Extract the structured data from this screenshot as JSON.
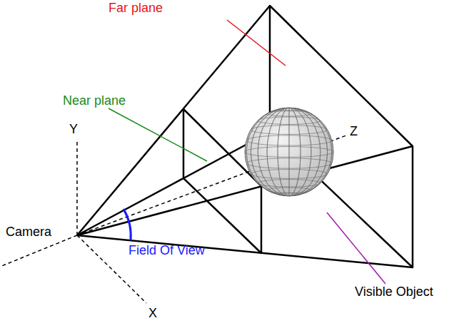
{
  "diagram": {
    "labels": [
      "Far plane",
      "Near plane",
      "Y",
      "Z",
      "Camera",
      "Field Of View",
      "X",
      "Visible Object"
    ]
  }
}
